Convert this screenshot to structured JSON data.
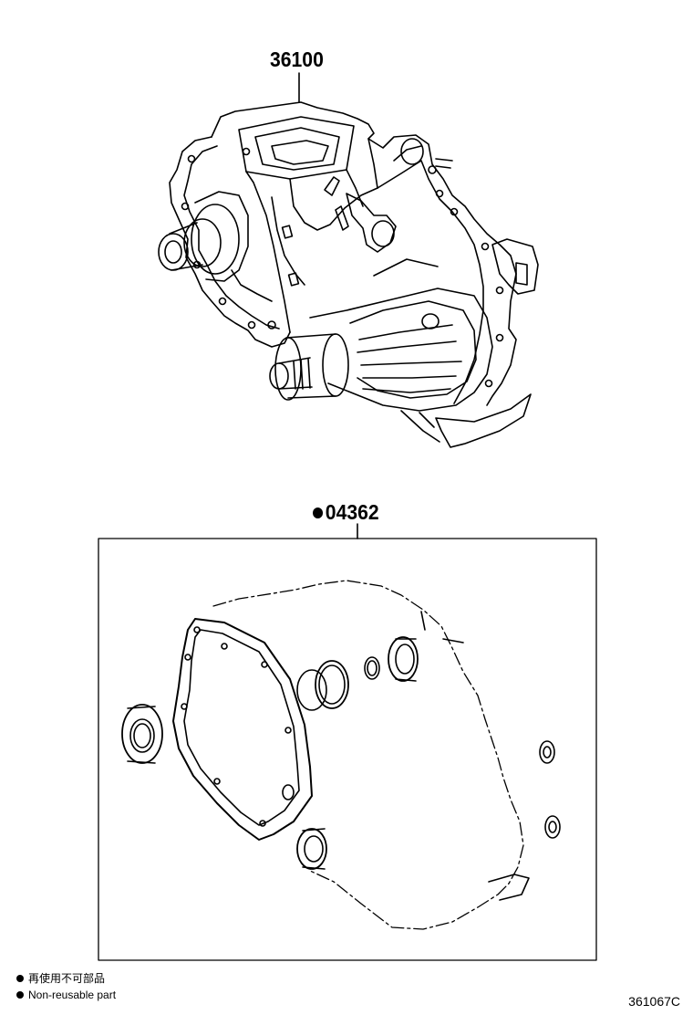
{
  "parts": {
    "transfer_assembly": {
      "number": "36100"
    },
    "gasket_kit": {
      "number": "04362"
    }
  },
  "legend": {
    "japanese": "再使用不可部品",
    "english": "Non-reusable part"
  },
  "figure_code": "361067C"
}
